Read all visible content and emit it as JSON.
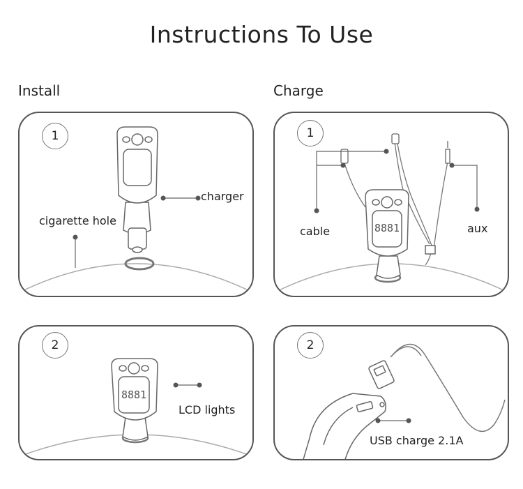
{
  "title": "Instructions To Use",
  "sections": {
    "install": "Install",
    "charge": "Charge"
  },
  "panels": {
    "install_1": {
      "step": "1",
      "labels": {
        "charger": "charger",
        "hole": "cigarette hole"
      }
    },
    "install_2": {
      "step": "2",
      "labels": {
        "lcd": "LCD lights"
      }
    },
    "charge_1": {
      "step": "1",
      "labels": {
        "cable": "cable",
        "aux": "aux"
      }
    },
    "charge_2": {
      "step": "2",
      "labels": {
        "usb": "USB charge 2.1A"
      }
    }
  },
  "display_text": "8881"
}
